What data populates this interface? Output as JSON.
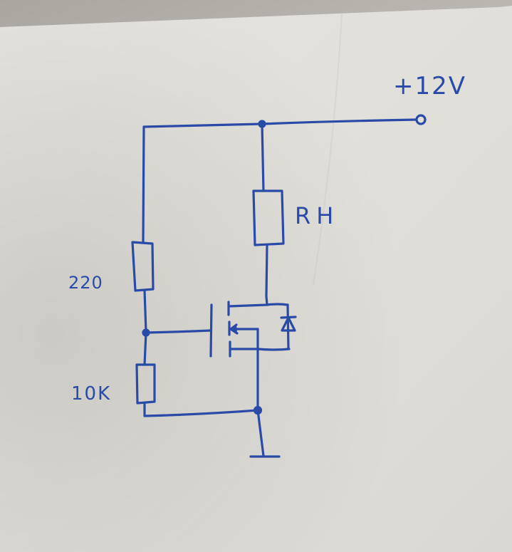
{
  "schematic": {
    "supply_label": "+12V",
    "load_label": "RH",
    "gate_resistor_label": "220",
    "pulldown_resistor_label": "10K"
  },
  "colors": {
    "ink": "#2a4aa8",
    "paper": "#e4e2dc",
    "background": "#a9a69f"
  }
}
